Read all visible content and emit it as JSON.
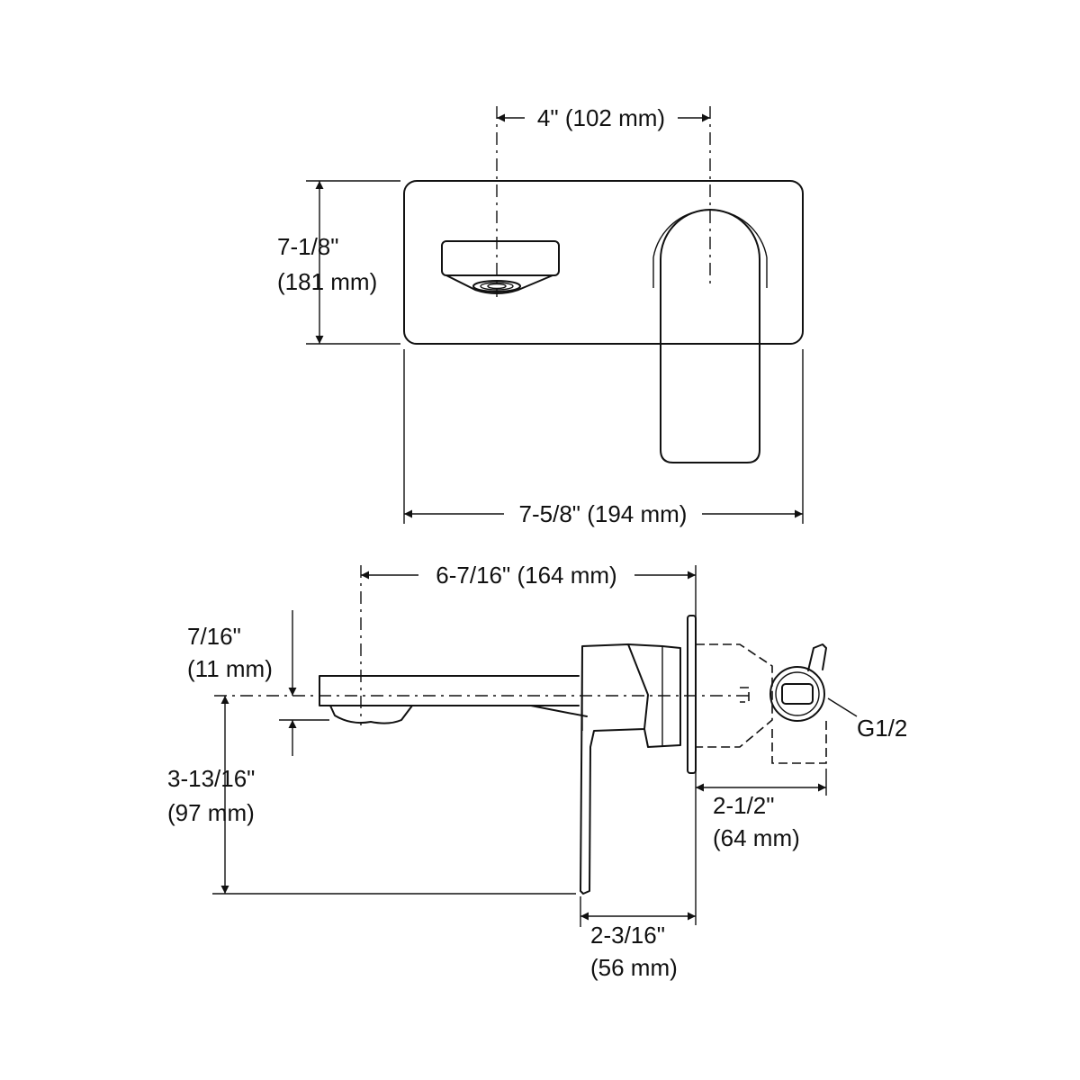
{
  "dimensions": {
    "centers": "4\" (102 mm)",
    "plate_height_in": "7-1/8\"",
    "plate_height_mm": "(181 mm)",
    "plate_width": "7-5/8\" (194 mm)",
    "spout_reach": "6-7/16\" (164 mm)",
    "aerator_in": "7/16\"",
    "aerator_mm": "(11 mm)",
    "handle_drop_in": "3-13/16\"",
    "handle_drop_mm": "(97 mm)",
    "valve_depth_in": "2-1/2\"",
    "valve_depth_mm": "(64 mm)",
    "handle_proj_in": "2-3/16\"",
    "handle_proj_mm": "(56 mm)",
    "connection": "G1/2"
  }
}
